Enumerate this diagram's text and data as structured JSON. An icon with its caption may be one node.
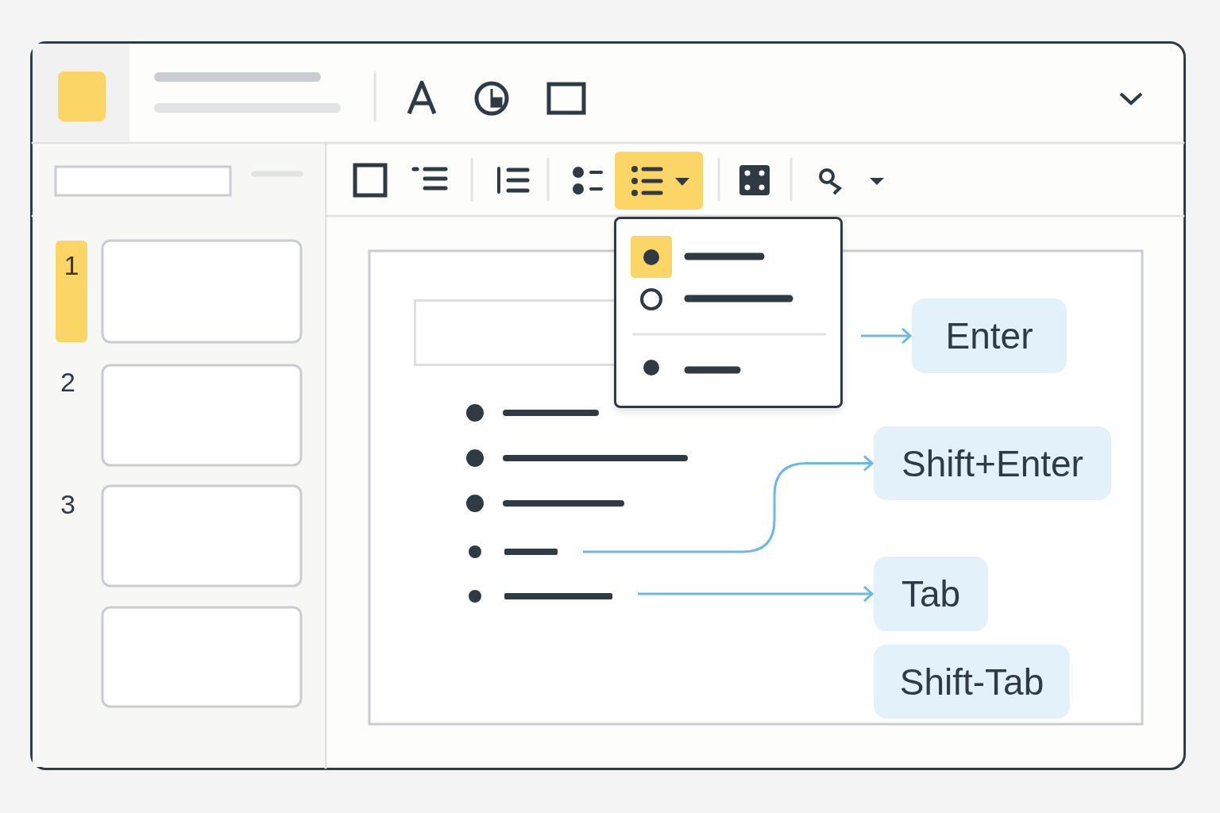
{
  "diagram": {
    "nodes": [
      {
        "text": [],
        "shape": "box"
      },
      {
        "text": [
          "Enter"
        ]
      },
      {
        "text": [],
        "shape": "bar"
      },
      {
        "text": [
          "Shift+Enter"
        ]
      },
      {
        "text": [],
        "shape": "bar"
      },
      {
        "text": [
          "Tab"
        ]
      },
      {
        "text": [
          "Shift-Tab"
        ]
      }
    ],
    "edges": [
      {
        "from": 0,
        "to": 1,
        "arrow": "to"
      },
      {
        "from": 2,
        "to": 3,
        "arrow": "to"
      },
      {
        "from": 4,
        "to": 5,
        "arrow": "to"
      }
    ],
    "labels": [
      "1",
      "2",
      "3"
    ]
  }
}
